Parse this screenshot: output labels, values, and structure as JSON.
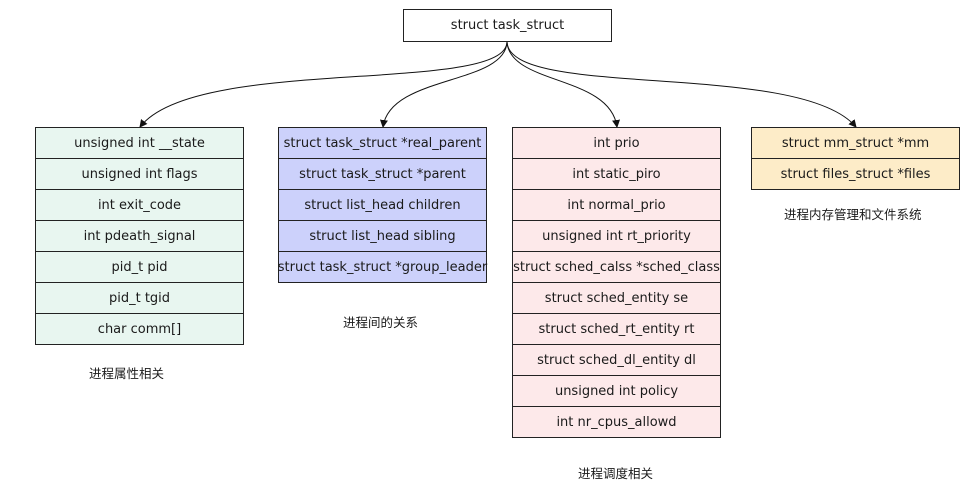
{
  "root": {
    "label": "struct task_struct"
  },
  "groups": [
    {
      "caption": "进程属性相关",
      "color": "#e8f6f0",
      "fields": [
        "unsigned int __state",
        "unsigned int flags",
        "int exit_code",
        "int pdeath_signal",
        "pid_t pid",
        "pid_t tgid",
        "char comm[]"
      ]
    },
    {
      "caption": "进程间的关系",
      "color": "#ccd1fb",
      "fields": [
        "struct task_struct *real_parent",
        "struct task_struct *parent",
        "struct list_head children",
        "struct list_head sibling",
        "struct task_struct *group_leader"
      ]
    },
    {
      "caption": "进程调度相关",
      "color": "#fde9ea",
      "fields": [
        "int prio",
        "int static_piro",
        "int normal_prio",
        "unsigned int rt_priority",
        "struct sched_calss *sched_class",
        "struct sched_entity se",
        "struct sched_rt_entity rt",
        "struct sched_dl_entity dl",
        "unsigned int policy",
        "int nr_cpus_allowd"
      ]
    },
    {
      "caption": "进程内存管理和文件系统",
      "color": "#fdecc8",
      "fields": [
        "struct mm_struct *mm",
        "struct files_struct *files"
      ]
    }
  ]
}
